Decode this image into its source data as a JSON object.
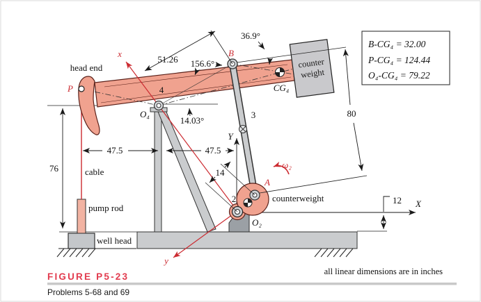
{
  "figure": {
    "caption_label": "FIGURE P5-23",
    "caption_sub": "Problems 5-68 and 69",
    "note": "all linear dimensions are in inches"
  },
  "data_box": {
    "line1": "B-CG₄ = 32.00",
    "line2": "P-CG₄ = 124.44",
    "line3": "O₄-CG₄ = 79.22"
  },
  "labels": {
    "head_end": "head end",
    "cable": "cable",
    "pump_rod": "pump rod",
    "well_head": "well head",
    "counter_line1": "counter",
    "counter_line2": "weight",
    "counterweight": "counterweight",
    "p": "P",
    "b": "B",
    "a": "A",
    "x_local": "x",
    "y_local": "y",
    "x_global": "X",
    "y_global": "Y",
    "o4": "O₄",
    "o2": "O₂",
    "cg4": "CG₄",
    "omega2": "ω₂",
    "link2": "2",
    "link3": "3",
    "link4": "4"
  },
  "dims": {
    "d51": "51.26",
    "a156": "156.6°",
    "a36": "36.9°",
    "a14": "14.03°",
    "d47l": "47.5",
    "d47r": "47.5",
    "d76": "76",
    "d80": "80",
    "d14": "14",
    "d12": "12"
  },
  "colors": {
    "link_fill": "#f0a28f",
    "rod_fill": "#f2b3a2",
    "red_annotation": "#cc2b31",
    "caption_red": "#e23b4e",
    "structure_gray": "#caccce",
    "pedestal_gray": "#9ba0a5",
    "counterweight_gray": "#c9c9cc"
  }
}
